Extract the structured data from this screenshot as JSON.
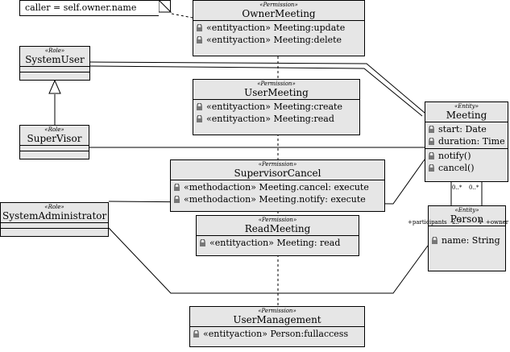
{
  "note": {
    "text": "caller = self.owner.name"
  },
  "classes": {
    "owner_meeting": {
      "stereotype": "«Permission»",
      "name": "OwnerMeeting",
      "members": [
        "«entityaction» Meeting:update",
        "«entityaction» Meeting:delete"
      ]
    },
    "user_meeting": {
      "stereotype": "«Permission»",
      "name": "UserMeeting",
      "members": [
        "«entityaction» Meeting:create",
        "«entityaction» Meeting:read"
      ]
    },
    "supervisor_cancel": {
      "stereotype": "«Permission»",
      "name": "SupervisorCancel",
      "members": [
        "«methodaction» Meeting.cancel: execute",
        "«methodaction» Meeting.notify: execute"
      ]
    },
    "read_meeting": {
      "stereotype": "«Permission»",
      "name": "ReadMeeting",
      "members": [
        "«entityaction» Meeting: read"
      ]
    },
    "user_management": {
      "stereotype": "«Permission»",
      "name": "UserManagement",
      "members": [
        "«entityaction» Person:fullaccess"
      ]
    },
    "system_user": {
      "stereotype": "«Role»",
      "name": "SystemUser"
    },
    "supervisor": {
      "stereotype": "«Role»",
      "name": "SuperVisor"
    },
    "system_administrator": {
      "stereotype": "«Role»",
      "name": "SystemAdministrator"
    },
    "meeting": {
      "stereotype": "«Entity»",
      "name": "Meeting",
      "attributes": [
        "start: Date",
        "duration: Time"
      ],
      "operations": [
        "notify()",
        "cancel()"
      ]
    },
    "person": {
      "stereotype": "«Entity»",
      "name": "Person",
      "attributes": [
        "name: String"
      ]
    }
  },
  "association_labels": {
    "mult_participants_top": "0..*",
    "mult_owner_top": "0..*",
    "role_participants": "+participants",
    "mult_participants_bottom": "2..*",
    "mult_owner_bottom": "1",
    "role_owner": "+owner"
  },
  "icons": {
    "member_icon": "padlock-icon"
  }
}
